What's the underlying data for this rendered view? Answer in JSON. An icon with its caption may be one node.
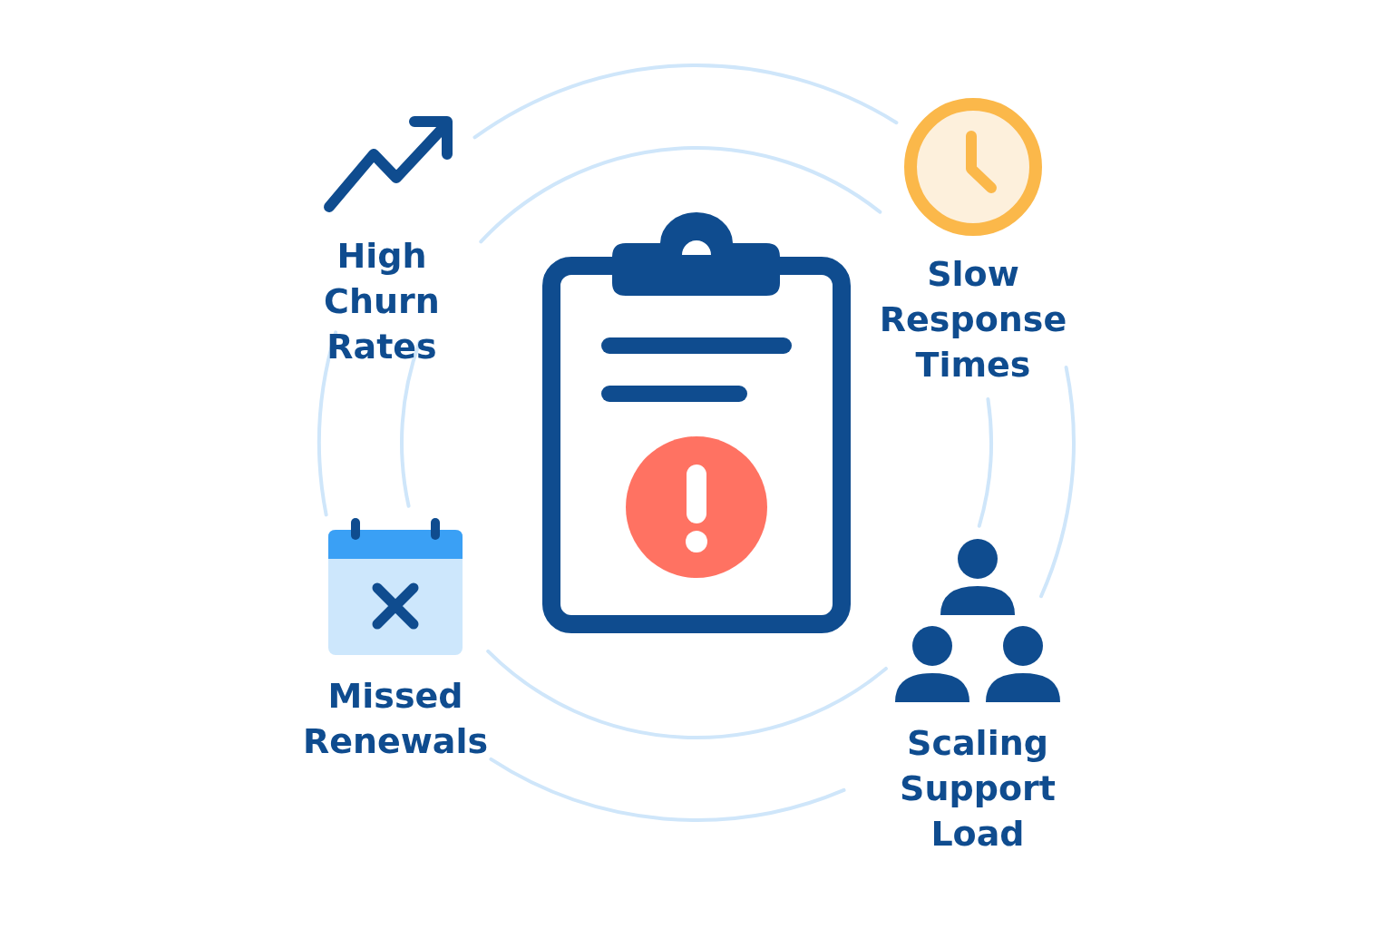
{
  "diagram": {
    "labels": [
      "High Churn Rates",
      "Slow Response Times",
      "Missed Renewals",
      "Scaling Support Load"
    ]
  }
}
